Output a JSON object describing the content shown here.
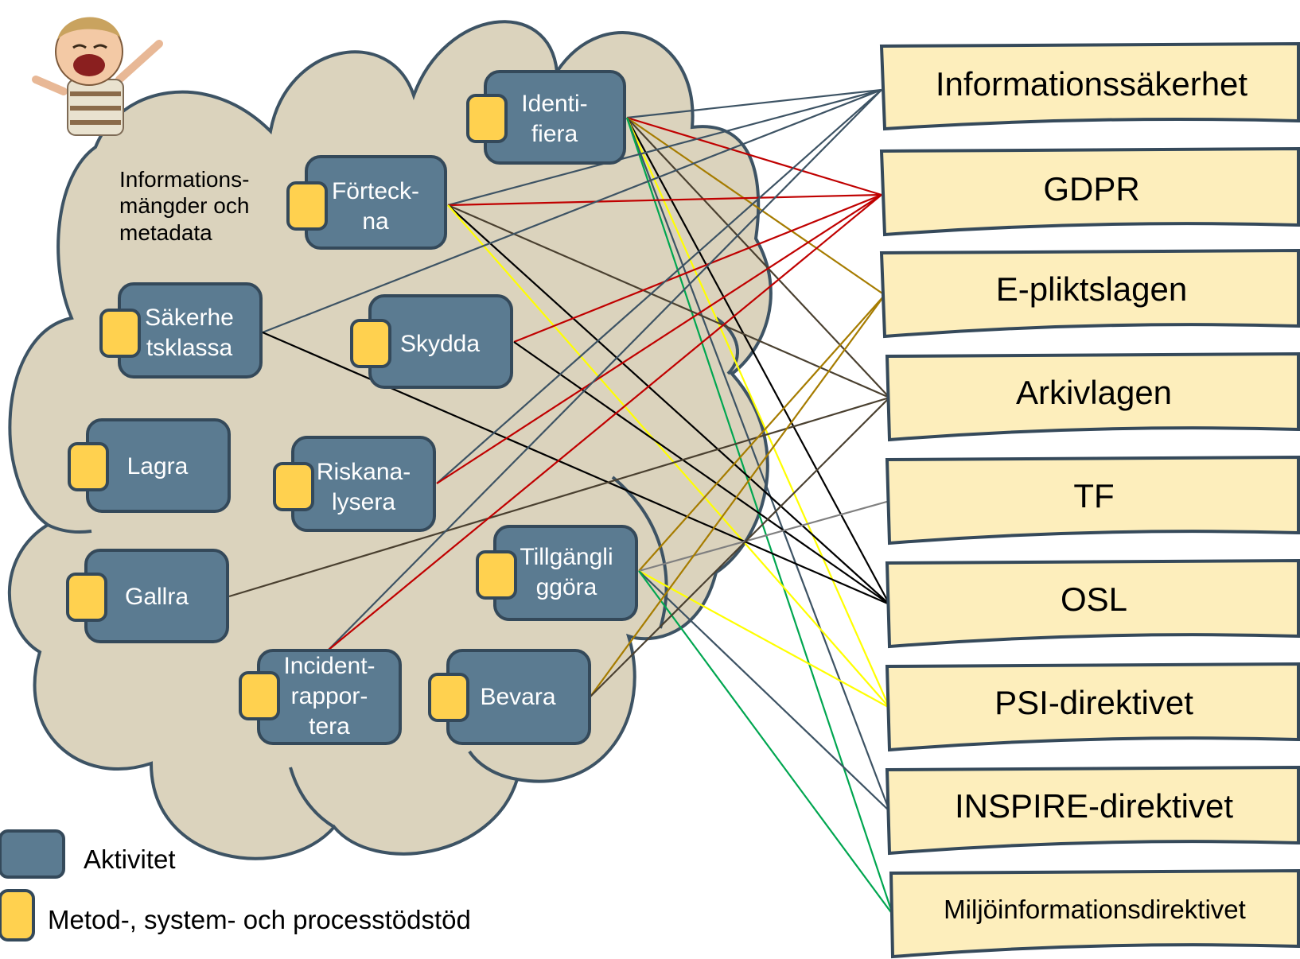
{
  "cloud": {
    "label_lines": [
      "Informations-",
      "mängder och",
      "metadata"
    ],
    "fill": "#dbd3bd",
    "stroke": "#3d5364"
  },
  "activities": [
    {
      "id": "identifiera",
      "lines": [
        "Identi-",
        "fiera"
      ]
    },
    {
      "id": "fortecka",
      "lines": [
        "Förteck-",
        "na"
      ]
    },
    {
      "id": "sakerhetsklassa",
      "lines": [
        "Säkerhe",
        "tsklassa"
      ]
    },
    {
      "id": "skydda",
      "lines": [
        "Skydda"
      ]
    },
    {
      "id": "lagra",
      "lines": [
        "Lagra"
      ]
    },
    {
      "id": "riskanalysera",
      "lines": [
        "Riskana-",
        "lysera"
      ]
    },
    {
      "id": "gallra",
      "lines": [
        "Gallra"
      ]
    },
    {
      "id": "tillgangliggora",
      "lines": [
        "Tillgängli",
        "ggöra"
      ]
    },
    {
      "id": "incidentrapportera",
      "lines": [
        "Incident-",
        "rappor-",
        "tera"
      ]
    },
    {
      "id": "bevara",
      "lines": [
        "Bevara"
      ]
    }
  ],
  "laws": [
    {
      "id": "informationssakerhet",
      "label": "Informationssäkerhet"
    },
    {
      "id": "gdpr",
      "label": "GDPR"
    },
    {
      "id": "e-pliktslagen",
      "label": "E-pliktslagen"
    },
    {
      "id": "arkivlagen",
      "label": "Arkivlagen"
    },
    {
      "id": "tf",
      "label": "TF"
    },
    {
      "id": "osl",
      "label": "OSL"
    },
    {
      "id": "psi-direktivet",
      "label": "PSI-direktivet"
    },
    {
      "id": "inspire-direktivet",
      "label": "INSPIRE-direktivet"
    },
    {
      "id": "miljoinformationsdirektivet",
      "label": "Miljöinformationsdirektivet"
    }
  ],
  "connections": [
    {
      "from": "identifiera",
      "to": "informationssakerhet",
      "color": "#3d5364"
    },
    {
      "from": "identifiera",
      "to": "gdpr",
      "color": "#c00000"
    },
    {
      "from": "identifiera",
      "to": "e-pliktslagen",
      "color": "#a67c00"
    },
    {
      "from": "identifiera",
      "to": "arkivlagen",
      "color": "#4a4030"
    },
    {
      "from": "identifiera",
      "to": "osl",
      "color": "#000000"
    },
    {
      "from": "identifiera",
      "to": "psi-direktivet",
      "color": "#ffff00"
    },
    {
      "from": "identifiera",
      "to": "inspire-direktivet",
      "color": "#3d5364"
    },
    {
      "from": "identifiera",
      "to": "miljoinformationsdirektivet",
      "color": "#00a650"
    },
    {
      "from": "fortecka",
      "to": "informationssakerhet",
      "color": "#3d5364"
    },
    {
      "from": "fortecka",
      "to": "gdpr",
      "color": "#c00000"
    },
    {
      "from": "fortecka",
      "to": "arkivlagen",
      "color": "#4a4030"
    },
    {
      "from": "fortecka",
      "to": "osl",
      "color": "#000000"
    },
    {
      "from": "fortecka",
      "to": "psi-direktivet",
      "color": "#ffff00"
    },
    {
      "from": "sakerhetsklassa",
      "to": "informationssakerhet",
      "color": "#3d5364"
    },
    {
      "from": "sakerhetsklassa",
      "to": "osl",
      "color": "#000000"
    },
    {
      "from": "skydda",
      "to": "gdpr",
      "color": "#c00000"
    },
    {
      "from": "skydda",
      "to": "osl",
      "color": "#000000"
    },
    {
      "from": "riskanalysera",
      "to": "informationssakerhet",
      "color": "#3d5364"
    },
    {
      "from": "riskanalysera",
      "to": "gdpr",
      "color": "#c00000"
    },
    {
      "from": "gallra",
      "to": "arkivlagen",
      "color": "#4a4030"
    },
    {
      "from": "incidentrapportera",
      "to": "informationssakerhet",
      "color": "#3d5364"
    },
    {
      "from": "incidentrapportera",
      "to": "gdpr",
      "color": "#c00000"
    },
    {
      "from": "tillgangliggora",
      "to": "e-pliktslagen",
      "color": "#a67c00"
    },
    {
      "from": "tillgangliggora",
      "to": "tf",
      "color": "#808080"
    },
    {
      "from": "tillgangliggora",
      "to": "psi-direktivet",
      "color": "#ffff00"
    },
    {
      "from": "tillgangliggora",
      "to": "inspire-direktivet",
      "color": "#3d5364"
    },
    {
      "from": "tillgangliggora",
      "to": "miljoinformationsdirektivet",
      "color": "#00a650"
    },
    {
      "from": "bevara",
      "to": "e-pliktslagen",
      "color": "#a67c00"
    },
    {
      "from": "bevara",
      "to": "arkivlagen",
      "color": "#4a4030"
    }
  ],
  "legend": {
    "activity_label": "Aktivitet",
    "support_label": "Metod-, system- och processtödstöd"
  },
  "colors": {
    "activity_fill": "#5b7b91",
    "activity_stroke": "#34495a",
    "support_fill": "#ffd14f",
    "law_fill": "#fdeebc",
    "law_stroke": "#35495a"
  },
  "mascot_icon": "cheering-child-icon"
}
